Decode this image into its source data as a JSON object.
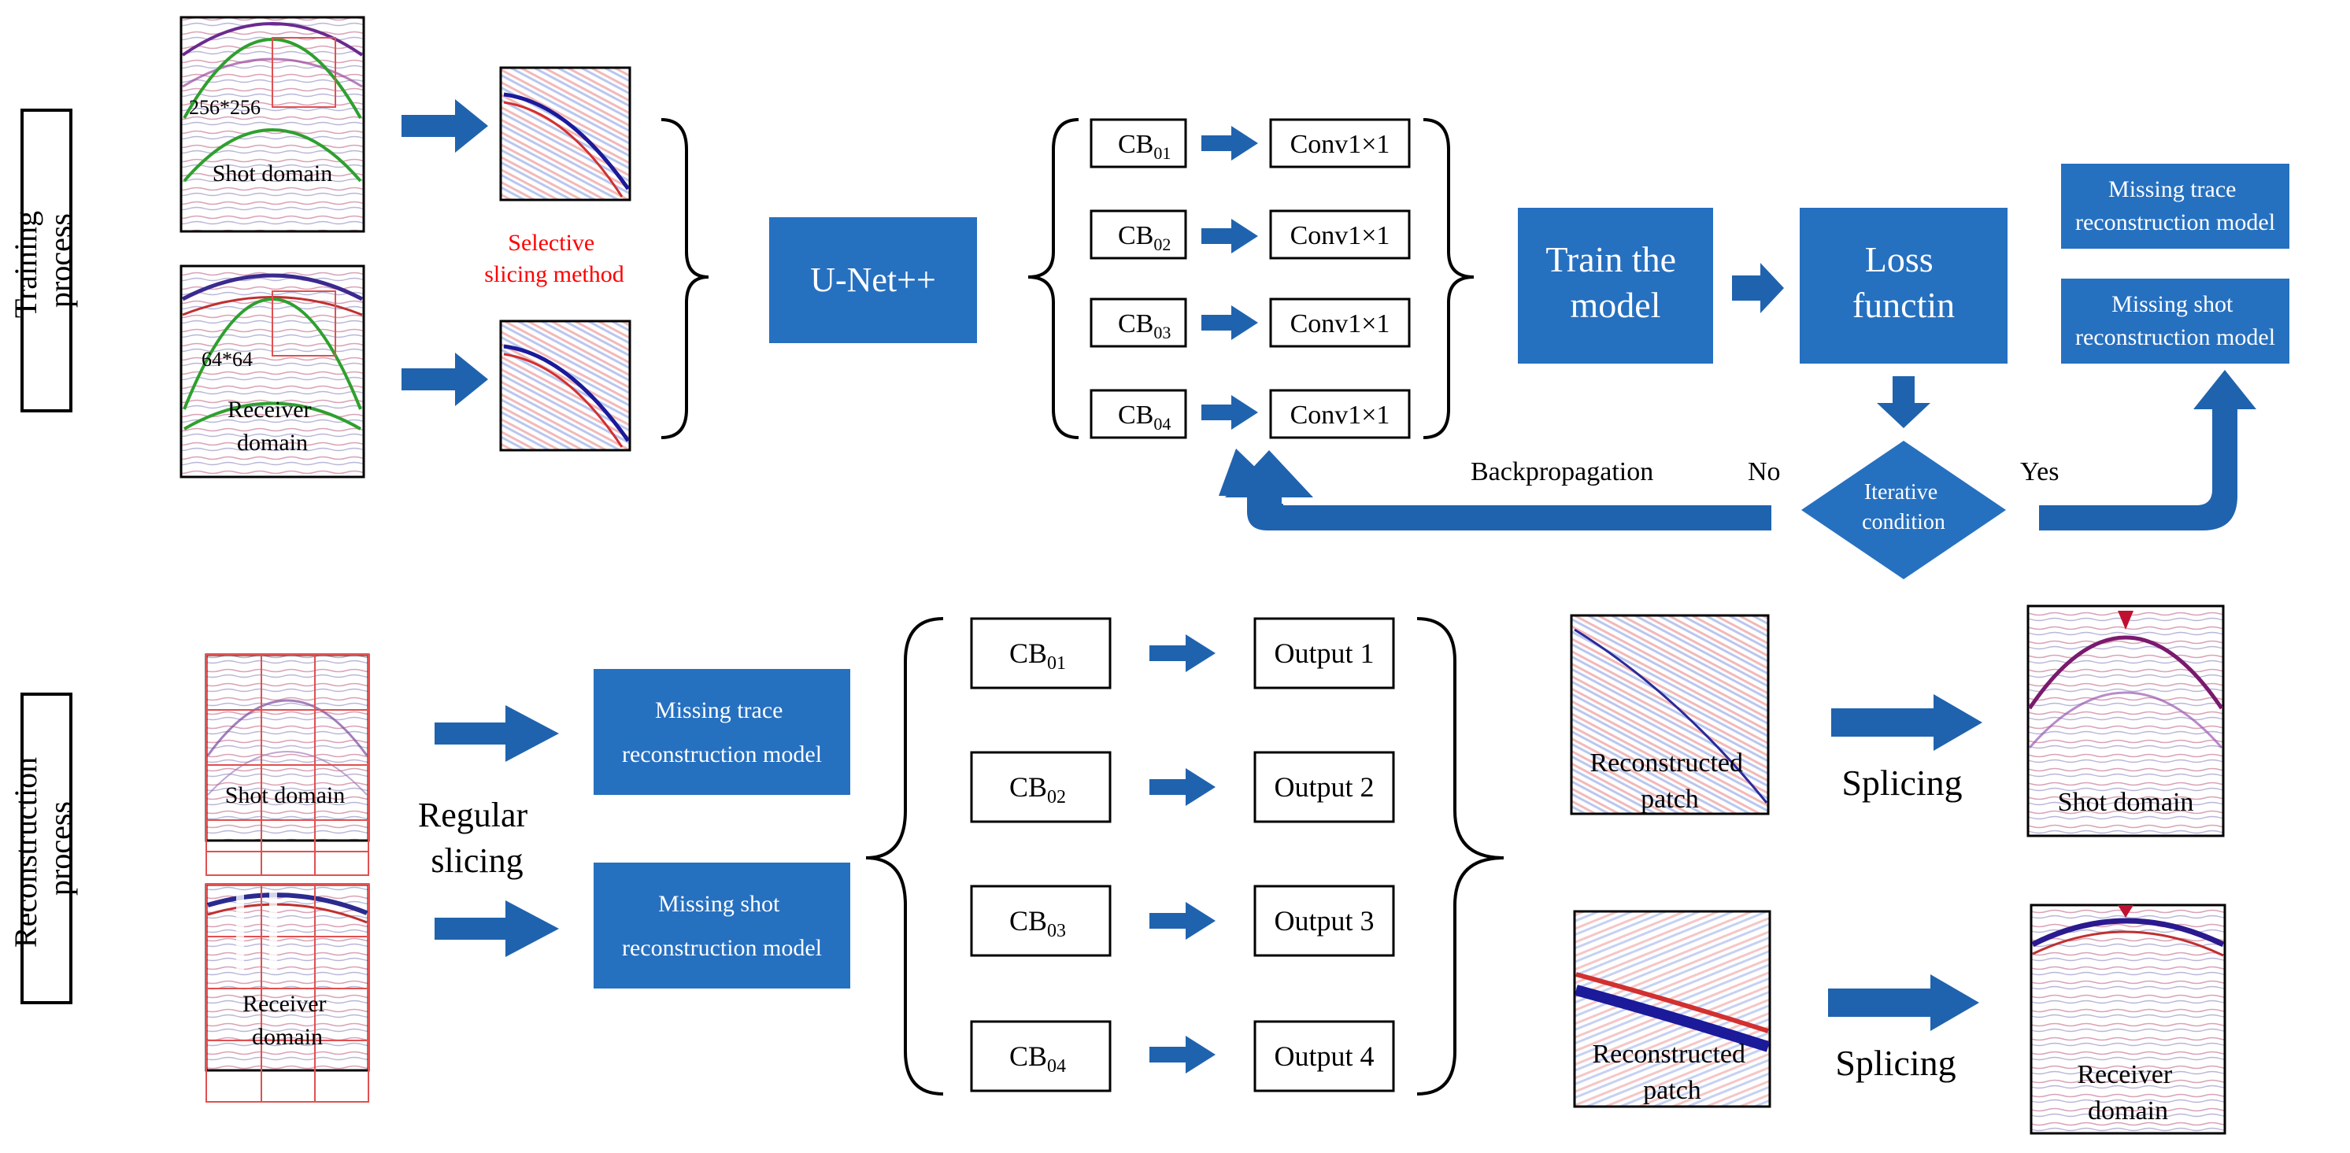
{
  "colors": {
    "accent_blue": "#2670C0",
    "arrow_blue": "#1F63AF",
    "red_text": "#FF0000",
    "green_curve": "#2EA02E",
    "slice_red": "#E05050"
  },
  "icons": {
    "block_arrow": "arrow-icon",
    "curved_arrow": "curved-arrow-icon"
  },
  "sections": {
    "training_label": [
      "Training",
      "process"
    ],
    "reconstruction_label": [
      "Reconstruction",
      "process"
    ]
  },
  "training": {
    "shot_panel": {
      "size_label": "256*256",
      "label": "Shot domain"
    },
    "receiver_panel": {
      "size_label": "64*64",
      "label_lines": [
        "Receiver",
        "domain"
      ]
    },
    "selective_label": [
      "Selective",
      "slicing method"
    ],
    "unet_label": "U-Net++",
    "cb_labels": [
      {
        "base": "CB",
        "sub": "01"
      },
      {
        "base": "CB",
        "sub": "02"
      },
      {
        "base": "CB",
        "sub": "03"
      },
      {
        "base": "CB",
        "sub": "04"
      }
    ],
    "conv_labels": [
      "Conv1×1",
      "Conv1×1",
      "Conv1×1",
      "Conv1×1"
    ],
    "train_model": [
      "Train the",
      "model"
    ],
    "loss": [
      "Loss",
      "functin"
    ],
    "models": [
      [
        "Missing trace",
        "reconstruction model"
      ],
      [
        "Missing shot",
        "reconstruction model"
      ]
    ],
    "iterative": [
      "Iterative",
      "condition"
    ],
    "backprop_label": "Backpropagation",
    "no_label": "No",
    "yes_label": "Yes"
  },
  "reconstruction": {
    "shot_label": "Shot domain",
    "receiver_label": [
      "Receiver",
      "domain"
    ],
    "regular_slicing": [
      "Regular",
      "slicing"
    ],
    "models": [
      [
        "Missing trace",
        "reconstruction model"
      ],
      [
        "Missing shot",
        "reconstruction model"
      ]
    ],
    "cb_labels": [
      {
        "base": "CB",
        "sub": "01"
      },
      {
        "base": "CB",
        "sub": "02"
      },
      {
        "base": "CB",
        "sub": "03"
      },
      {
        "base": "CB",
        "sub": "04"
      }
    ],
    "outputs": [
      "Output 1",
      "Output 2",
      "Output 3",
      "Output 4"
    ],
    "patch_labels": [
      [
        "Reconstructed",
        "patch"
      ],
      [
        "Reconstructed",
        "patch"
      ]
    ],
    "splicing": [
      "Splicing",
      "Splicing"
    ],
    "final_shot_label": "Shot domain",
    "final_receiver_label": [
      "Receiver",
      "domain"
    ]
  }
}
